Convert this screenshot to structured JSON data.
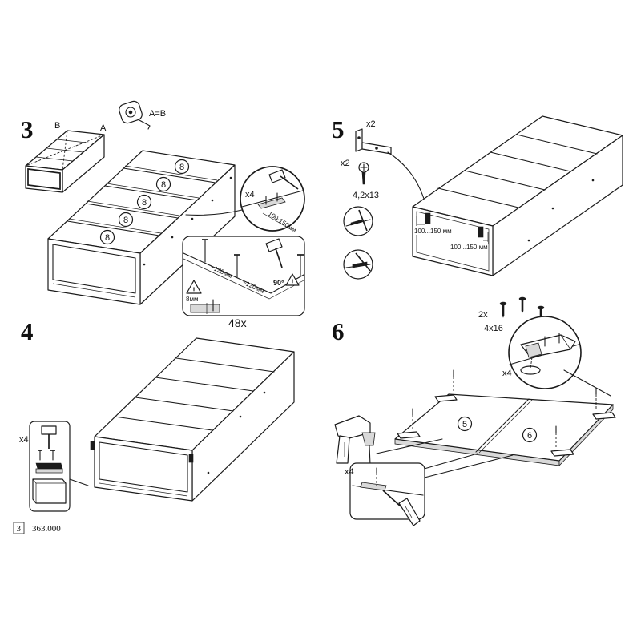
{
  "step3": {
    "number": "3",
    "diagonal_b": "B",
    "diagonal_a": "A",
    "tape_check": "A=B",
    "shelf_labels": [
      "8",
      "8",
      "8",
      "8",
      "8"
    ],
    "bracket_qty": "x4",
    "bracket_spacing": "100-150мм",
    "nail_spacing_1": "~120мм",
    "nail_spacing_2": "~120мм",
    "angle": "90°",
    "warning_symbol": "!",
    "edge_offset": "8мм",
    "nail_count": "48x"
  },
  "step4": {
    "number": "4",
    "qty": "x4"
  },
  "step5": {
    "number": "5",
    "bracket_qty": "x2",
    "screw_qty": "x2",
    "screw_size": "4,2x13",
    "distance_left": "100...150 мм",
    "distance_right": "100...150 мм"
  },
  "step6": {
    "number": "6",
    "screw_qty": "2x",
    "screw_size": "4x16",
    "hinge_count": "x4",
    "panel_labels": [
      "5",
      "6"
    ],
    "screw_count": "x4"
  },
  "footer": {
    "page": "3",
    "code": "363.000"
  }
}
